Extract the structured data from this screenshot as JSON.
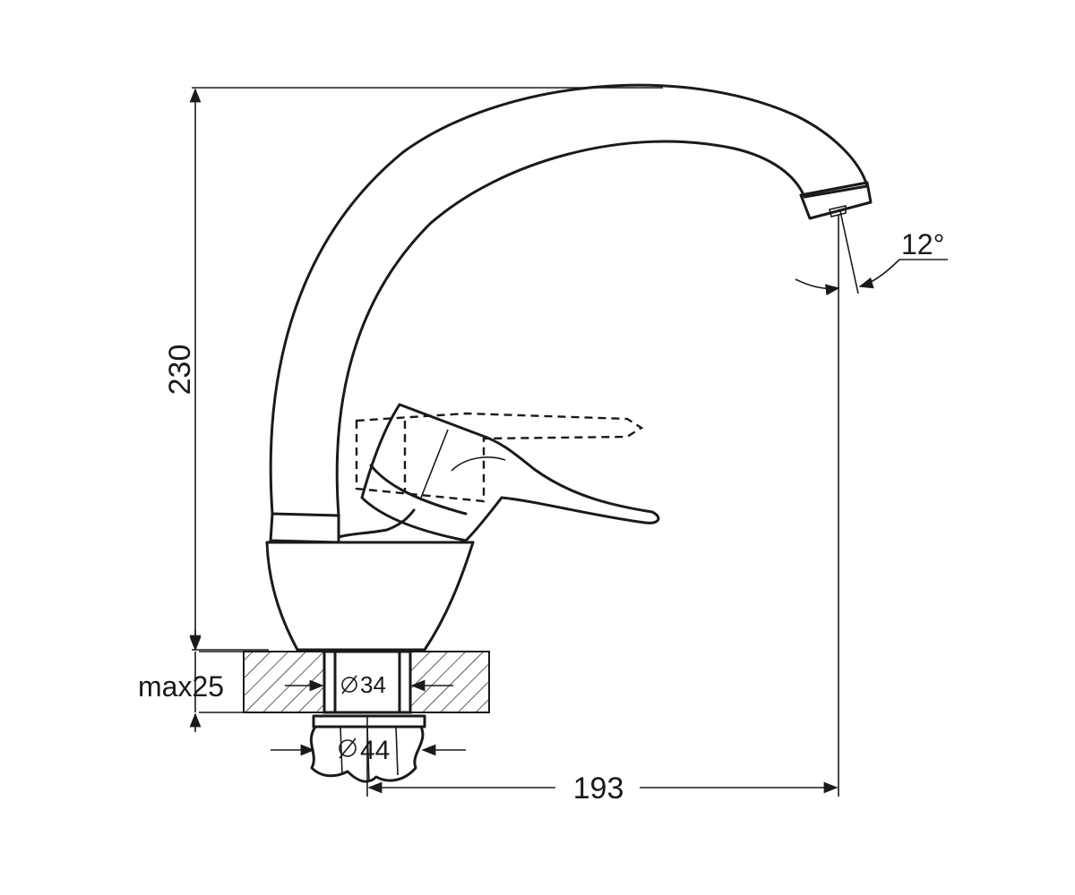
{
  "dimensions": {
    "height": "230",
    "reach": "193",
    "spout_angle": "12°",
    "max_countertop_thickness": "max25",
    "mounting_hole_diameter": "34",
    "base_diameter": "44"
  },
  "icons": {
    "diameter_symbol": "diameter-icon"
  },
  "colors": {
    "line": "#1a1a1a",
    "background": "#ffffff"
  }
}
